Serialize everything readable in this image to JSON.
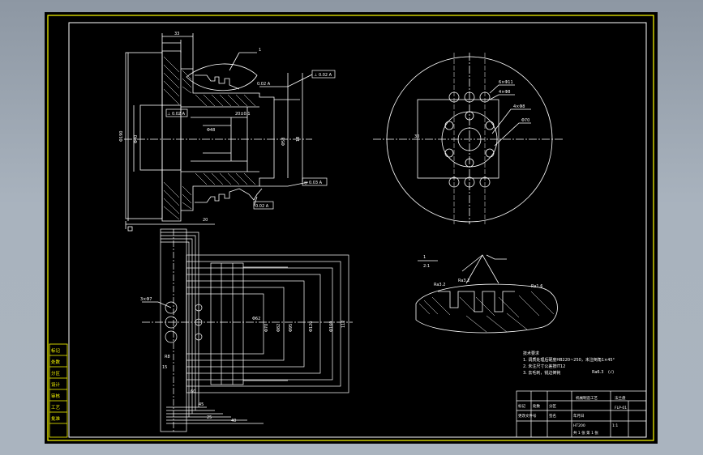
{
  "colors": {
    "sheet": "#000000",
    "line": "#ffffff",
    "border": "#ffff00",
    "center_line": "#ffffff",
    "annotation": "#ffffff",
    "green_text": "#00ff00",
    "cyan": "#00ffff"
  },
  "left_strip": {
    "labels": [
      "标记",
      "处数",
      "分区",
      "设计",
      "审核",
      "工艺",
      "批准"
    ]
  },
  "top_view": {
    "dims": {
      "top_width": "33",
      "bore": "Φ48",
      "inner": "Φ58",
      "hub": "Φ40",
      "rim": "Φ190",
      "tol_box_1": "⊥ 0.02 A",
      "tol_box_2": "⊥ 0.02 A",
      "tol_box_3": "◎ 0.03 A",
      "tol_box_4": "0.02 A",
      "tol_box_5": "0.02 A",
      "bottom_width": "20",
      "side_width": "18",
      "keyway": "20±0.1",
      "leader_no": "1"
    }
  },
  "circle_view": {
    "labels": {
      "hole_a": "6×Φ11",
      "hole_b": "4×Φ8",
      "hole_c": "4×Φ8",
      "pcd": "Φ70",
      "center_dim": "30"
    }
  },
  "section_view": {
    "labels": {
      "holes": "3×Φ7",
      "dim_r": "R8",
      "dims_h": [
        "Φ62",
        "Φ70",
        "Φ82",
        "Φ95",
        "Φ120",
        "Φ160"
      ],
      "dims_v": [
        "60",
        "45",
        "15",
        "25",
        "40",
        "112"
      ]
    }
  },
  "detail_view": {
    "labels": {
      "scale": "1",
      "ratio": "2:1",
      "rough_1": "Ra3.2",
      "rough_2": "Ra3.2",
      "rough_3": "Ra1.6"
    }
  },
  "notes": {
    "title": "技术要求",
    "lines": [
      "1. 调质处理后硬度HB220~250，未注倒角1×45°",
      "2. 未注尺寸公差按IT12",
      "3. 去毛刺，锐边倒钝"
    ],
    "roughness": "Ra6.3",
    "remark": "(√)"
  },
  "title_block": {
    "part_name": "法兰盘",
    "drawing_no": "FLP-01",
    "material": "HT200",
    "scale": "1:1",
    "sheet": "共 1 张 第 1 张",
    "school": "机械制造工艺",
    "cells": [
      "标记",
      "处数",
      "分区",
      "更改文件号",
      "签名",
      "年月日"
    ]
  }
}
